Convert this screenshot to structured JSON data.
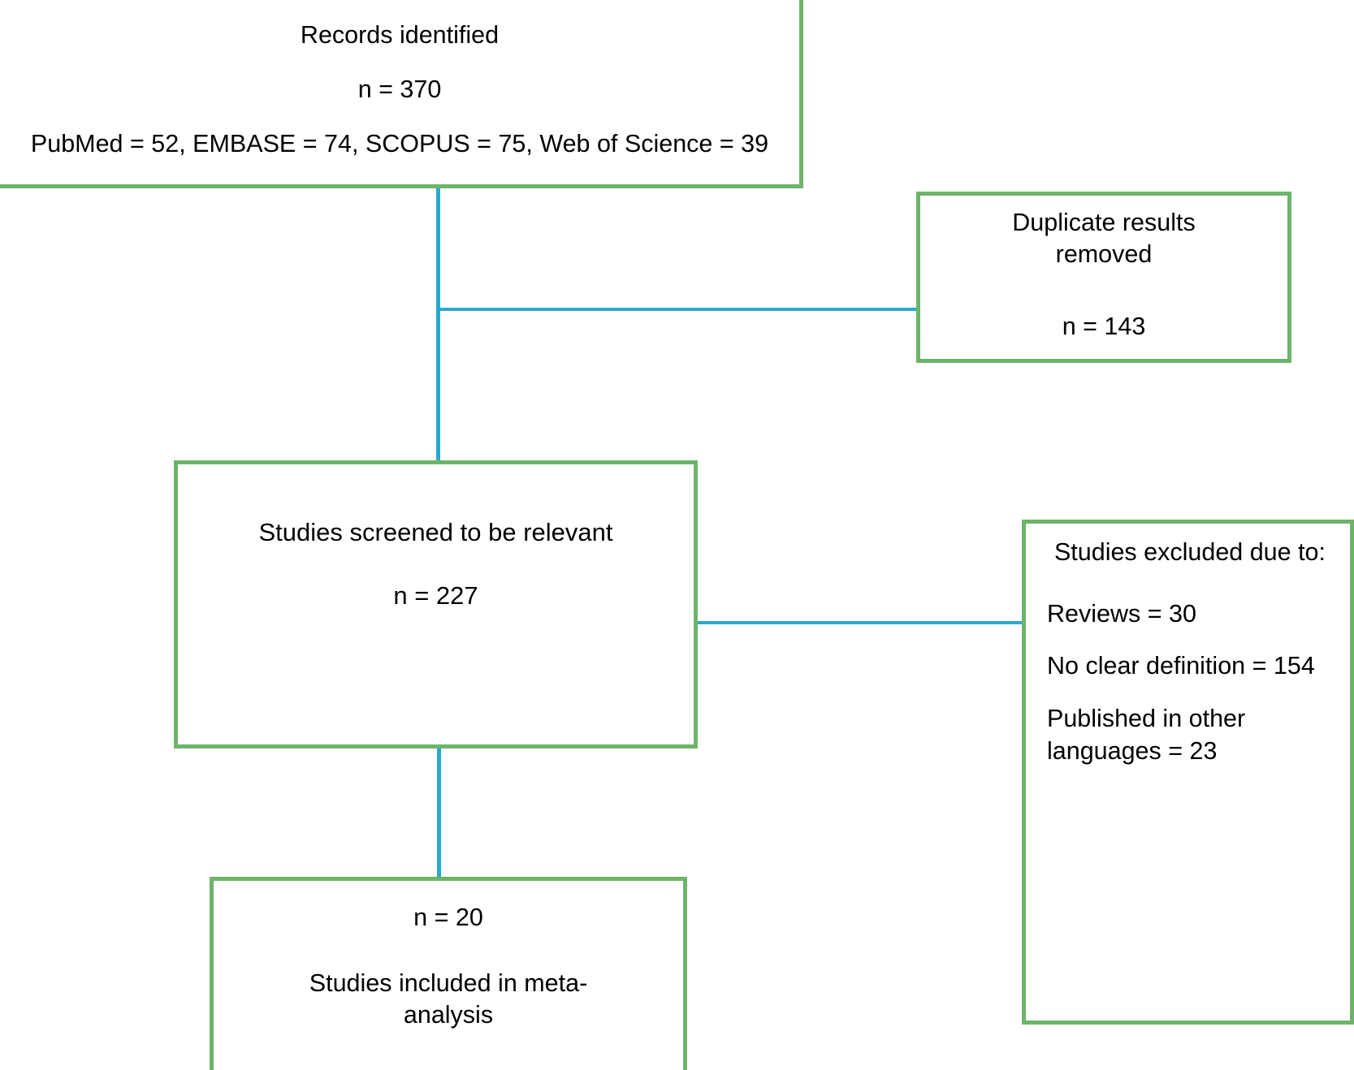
{
  "diagram": {
    "title": "PRISMA study selection flow diagram",
    "colors": {
      "box_border": "#6DB46A",
      "connector": "#2BA8CE",
      "background": "#FFFFFF",
      "text": "#000000"
    }
  },
  "nodes": {
    "records_identified": {
      "label": "Records identified",
      "count_line": "n = 370",
      "sources_line": "PubMed = 52, EMBASE = 74, SCOPUS = 75, Web of Science = 39",
      "n": 370,
      "sources": [
        {
          "name": "PubMed",
          "count": 52
        },
        {
          "name": "EMBASE",
          "count": 74
        },
        {
          "name": "SCOPUS",
          "count": 75
        },
        {
          "name": "Web of Science",
          "count": 39
        }
      ]
    },
    "duplicates_removed": {
      "label": "Duplicate results\nremoved",
      "count_line": "n = 143",
      "n": 143
    },
    "studies_screened": {
      "label": "Studies screened to be relevant",
      "count_line": "n = 227",
      "n": 227
    },
    "studies_excluded": {
      "header": "Studies excluded due to:",
      "reasons": [
        {
          "label": "Reviews = 30",
          "name": "Reviews",
          "count": 30
        },
        {
          "label": "No clear definition = 154",
          "name": "No clear definition",
          "count": 154
        },
        {
          "label": "Published in other languages = 23",
          "name": "Published in other languages",
          "count": 23
        }
      ]
    },
    "included_meta_analysis": {
      "count_line": "n = 20",
      "label": "Studies included in meta-\nanalysis",
      "n": 20
    }
  },
  "connectors": [
    {
      "name": "records-to-screened",
      "from": "records_identified",
      "to": "studies_screened",
      "orientation": "vertical"
    },
    {
      "name": "records-to-duplicates",
      "from": "records_identified",
      "to": "duplicates_removed",
      "orientation": "horizontal"
    },
    {
      "name": "screened-to-excluded",
      "from": "studies_screened",
      "to": "studies_excluded",
      "orientation": "horizontal"
    },
    {
      "name": "screened-to-included",
      "from": "studies_screened",
      "to": "included_meta_analysis",
      "orientation": "vertical"
    }
  ]
}
